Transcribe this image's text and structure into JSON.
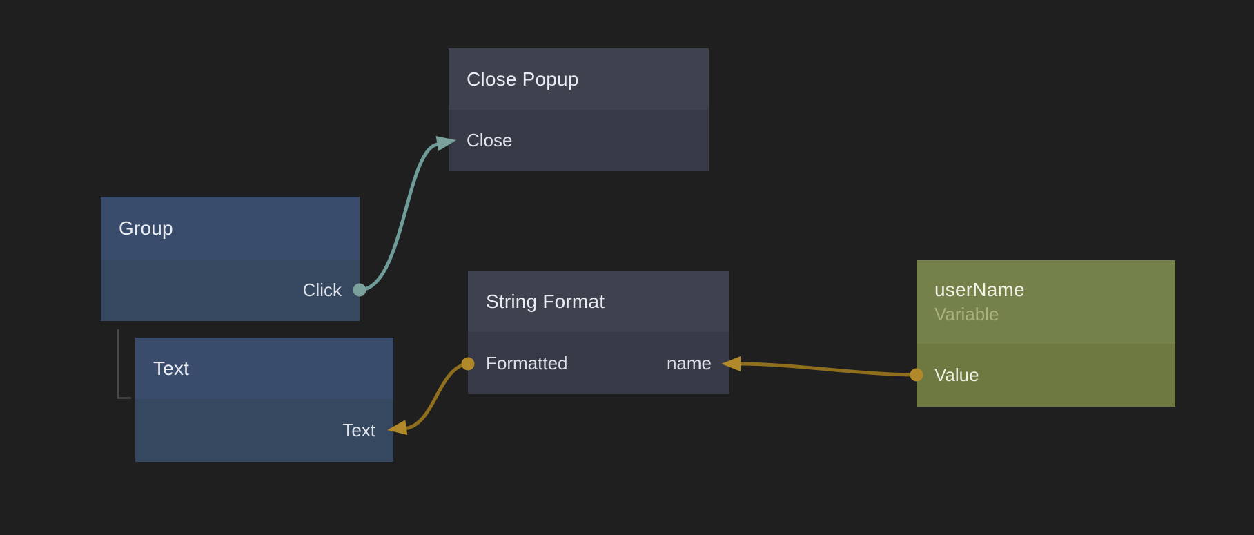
{
  "canvas": {
    "background": "#1f1f20"
  },
  "nodes": [
    {
      "title": "Close Popup",
      "theme": "dark",
      "ports": [
        {
          "name": "Close",
          "direction": "input",
          "side": "left",
          "wire": "teal"
        }
      ]
    },
    {
      "title": "Group",
      "theme": "blue",
      "ports": [
        {
          "name": "Click",
          "direction": "output",
          "side": "right",
          "wire": "teal"
        }
      ]
    },
    {
      "title": "Text",
      "theme": "blue",
      "ports": [
        {
          "name": "Text",
          "direction": "input",
          "side": "right",
          "wire": "gold"
        }
      ]
    },
    {
      "title": "String Format",
      "theme": "dark",
      "ports": [
        {
          "name": "Formatted",
          "direction": "output",
          "side": "left",
          "wire": "gold"
        },
        {
          "name": "name",
          "direction": "input",
          "side": "right",
          "wire": "gold"
        }
      ]
    },
    {
      "title": "userName",
      "subtitle": "Variable",
      "theme": "olive",
      "ports": [
        {
          "name": "Value",
          "direction": "output",
          "side": "left",
          "wire": "gold"
        }
      ]
    }
  ],
  "connections": [
    {
      "from": "Group.Click",
      "to": "Close Popup.Close",
      "color": "#6f9c98"
    },
    {
      "from": "String Format.Formatted",
      "to": "Text.Text",
      "color": "#8f6f1e"
    },
    {
      "from": "userName.Value",
      "to": "String Format.name",
      "color": "#8f6f1e"
    }
  ],
  "hierarchy": [
    {
      "parent": "Group",
      "child": "Text",
      "color": "#4a4a4c"
    }
  ],
  "accents": {
    "teal_line": "#6f9c98",
    "teal_dot": "#7aa19c",
    "gold_line": "#8f6f1e",
    "gold_dot": "#b1892a",
    "hierarchy_line": "#4a4a4c",
    "node_colors": {
      "dark_header": "#3e414e",
      "dark_body": "#383b47",
      "blue_header": "#3a4c6b",
      "blue_body": "#364760",
      "olive_header": "#75814a",
      "olive_body": "#6d7941"
    }
  }
}
